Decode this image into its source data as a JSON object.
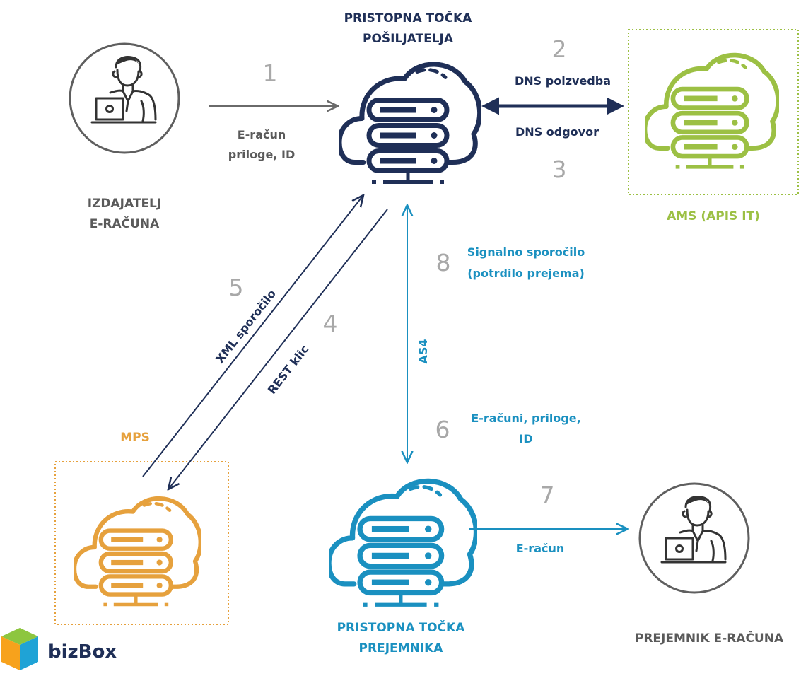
{
  "colors": {
    "navy": "#1f2f57",
    "gray": "#5a5a5a",
    "blue": "#1a90c0",
    "green": "#9cc044",
    "orange": "#e6a13d",
    "step_number": "#a8a8a8"
  },
  "nodes": {
    "sender_ap": {
      "title_line1": "PRISTOPNA TOČKA",
      "title_line2": "POŠILJATELJA",
      "icon": "cloud-server-icon"
    },
    "issuer": {
      "title_line1": "IZDAJATELJ",
      "title_line2": "E-RAČUNA",
      "icon": "user-laptop-icon"
    },
    "ams": {
      "title": "AMS (APIS IT)",
      "icon": "cloud-server-icon"
    },
    "mps": {
      "title": "MPS",
      "icon": "cloud-server-icon"
    },
    "receiver_ap": {
      "title_line1": "PRISTOPNA TOČKA",
      "title_line2": "PREJEMNIKA",
      "icon": "cloud-server-icon"
    },
    "recipient": {
      "title": "PREJEMNIK E-RAČUNA",
      "icon": "user-laptop-icon"
    }
  },
  "steps": {
    "s1": {
      "number": "1",
      "line1": "E-račun",
      "line2": "priloge, ID"
    },
    "s2": {
      "number": "2",
      "label": "DNS poizvedba"
    },
    "s3": {
      "number": "3",
      "label": "DNS odgovor"
    },
    "s4": {
      "number": "4",
      "label": "REST klic"
    },
    "s5": {
      "number": "5",
      "label": "XML sporočilo"
    },
    "s6": {
      "number": "6",
      "line1": "E-računi, priloge,",
      "line2": "ID"
    },
    "s7": {
      "number": "7",
      "label": "E-račun"
    },
    "s8": {
      "number": "8",
      "line1": "Signalno sporočilo",
      "line2": "(potrdilo prejema)"
    },
    "as4": {
      "label": "AS4"
    }
  },
  "logo": {
    "text": "bizBox",
    "icon": "bizbox-cube-logo"
  }
}
